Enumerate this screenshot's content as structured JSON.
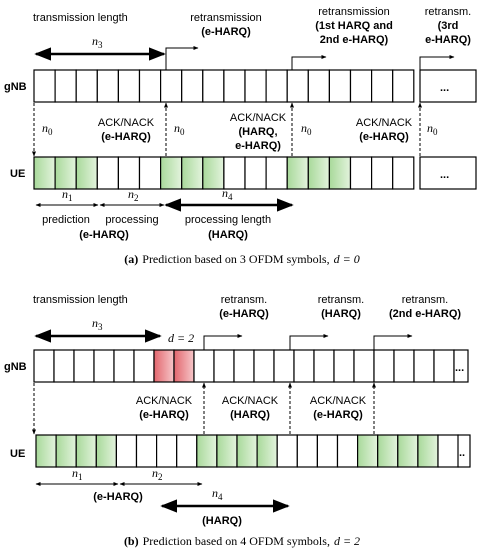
{
  "colors": {
    "green": "#a8d99a",
    "green_light": "#e3f3dd",
    "red": "#e2666d",
    "red_light": "#f7c7ca",
    "stroke": "#000000"
  },
  "panel_a": {
    "row_label_top": "gNB",
    "row_label_bottom": "UE",
    "transmission_length": "transmission length",
    "n3": "n3",
    "retx1": [
      "retransmission",
      "(e-HARQ)"
    ],
    "retx2": [
      "retransmission",
      "(1st HARQ and",
      "2nd e-HARQ)"
    ],
    "retx3": [
      "retransm.",
      "(3rd",
      "e-HARQ)"
    ],
    "n0": "n0",
    "ack1": [
      "ACK/NACK",
      "(e-HARQ)"
    ],
    "ack2": [
      "ACK/NACK",
      "(HARQ,",
      "e-HARQ)"
    ],
    "ack3": [
      "ACK/NACK",
      "(e-HARQ)"
    ],
    "ellipsis": "...",
    "n1": "n1",
    "n2": "n2",
    "n4": "n4",
    "prediction": "prediction",
    "processing": "processing",
    "eharq": "(e-HARQ)",
    "processing_length": "processing length",
    "harq": "(HARQ)",
    "caption_letter": "(a)",
    "caption_text": "Prediction based on 3 OFDM symbols,",
    "caption_math": "d = 0"
  },
  "panel_b": {
    "row_label_top": "gNB",
    "row_label_bottom": "UE",
    "transmission_length": "transmission length",
    "n3": "n3",
    "d_label": "d = 2",
    "retx1": [
      "retransm.",
      "(e-HARQ)"
    ],
    "retx2": [
      "retransm.",
      "(HARQ)"
    ],
    "retx3": [
      "retransm.",
      "(2nd e-HARQ)"
    ],
    "ack1": [
      "ACK/NACK",
      "(e-HARQ)"
    ],
    "ack2": [
      "ACK/NACK",
      "(HARQ)"
    ],
    "ack3": [
      "ACK/NACK",
      "(e-HARQ)"
    ],
    "ellipsis_top": "...",
    "ellipsis_bottom": "..",
    "n1": "n1",
    "n2": "n2",
    "n4": "n4",
    "eharq": "(e-HARQ)",
    "harq": "(HARQ)",
    "caption_letter": "(b)",
    "caption_text": "Prediction based on 4 OFDM symbols,",
    "caption_math": "d = 2"
  }
}
